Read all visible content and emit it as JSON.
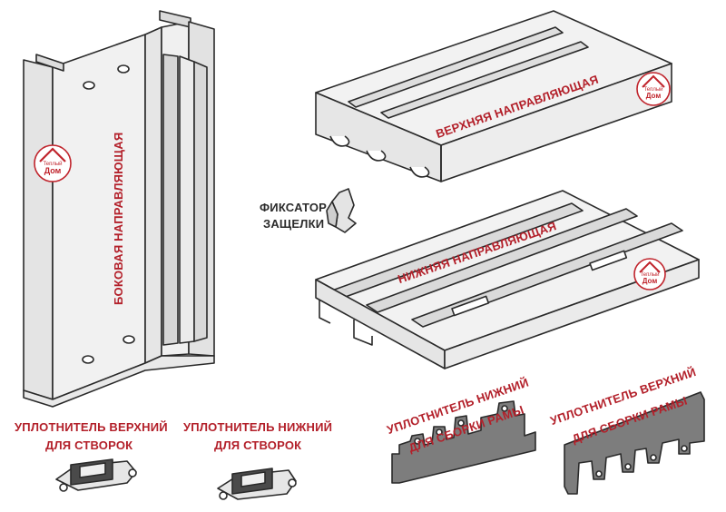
{
  "colors": {
    "label_red": "#b3202a",
    "label_dark": "#2b2b2b",
    "profile_fill": "#ededed",
    "profile_stroke": "#2a2a2a",
    "seal_fill": "#7d7d7d",
    "logo_red": "#c0242c"
  },
  "labels": {
    "side_rail": "БОКОВАЯ НАПРАВЛЯЮЩАЯ",
    "top_rail": "ВЕРХНЯЯ НАПРАВЛЯЮЩАЯ",
    "bottom_rail": "НИЖНЯЯ НАПРАВЛЯЮЩАЯ",
    "latch_fixer_line1": "ФИКСАТОР",
    "latch_fixer_line2": "ЗАЩЕЛКИ",
    "seal_top_sash_line1": "УПЛОТНИТЕЛЬ ВЕРХНИЙ",
    "seal_top_sash_line2": "ДЛЯ СТВОРОК",
    "seal_bottom_sash_line1": "УПЛОТНИТЕЛЬ НИЖНИЙ",
    "seal_bottom_sash_line2": "ДЛЯ СТВОРОК",
    "seal_bottom_frame_line1": "УПЛОТНИТЕЛЬ НИЖНИЙ",
    "seal_bottom_frame_line2": "ДЛЯ СБОРКИ РАМЫ",
    "seal_top_frame_line1": "УПЛОТНИТЕЛЬ ВЕРХНИЙ",
    "seal_top_frame_line2": "ДЛЯ СБОРКИ РАМЫ"
  },
  "logo": {
    "line1": "Теплый",
    "line2": "Дом"
  }
}
